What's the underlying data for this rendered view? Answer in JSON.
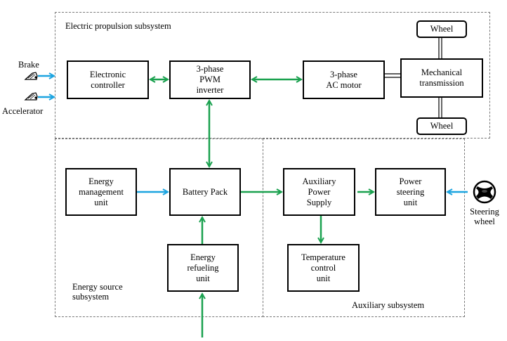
{
  "colors": {
    "power_flow": "#1aa14f",
    "control_signal": "#1ca4e0",
    "mechanical_link": "#000000",
    "region_border": "#7a7a7a"
  },
  "regions": {
    "propulsion": "Electric propulsion subsystem",
    "energy_source": "Energy source\nsubsystem",
    "auxiliary": "Auxiliary subsystem"
  },
  "blocks": {
    "electronic_controller": "Electronic\ncontroller",
    "pwm_inverter": "3-phase\nPWM\ninverter",
    "ac_motor": "3-phase\nAC motor",
    "mechanical_transmission": "Mechanical\ntransmission",
    "wheel_top": "Wheel",
    "wheel_bottom": "Wheel",
    "energy_management": "Energy\nmanagement\nunit",
    "battery_pack": "Battery Pack",
    "energy_refueling": "Energy\nrefueling\nunit",
    "auxiliary_power_supply": "Auxiliary\nPower\nSupply",
    "power_steering": "Power\nsteering\nunit",
    "temperature_control": "Temperature\ncontrol\nunit"
  },
  "inputs": {
    "brake": "Brake",
    "accelerator": "Accelerator",
    "steering_wheel": "Steering\nwheel"
  },
  "icons": {
    "brake": "pedal-icon",
    "accelerator": "pedal-icon",
    "steering_wheel": "steering-wheel-icon"
  }
}
